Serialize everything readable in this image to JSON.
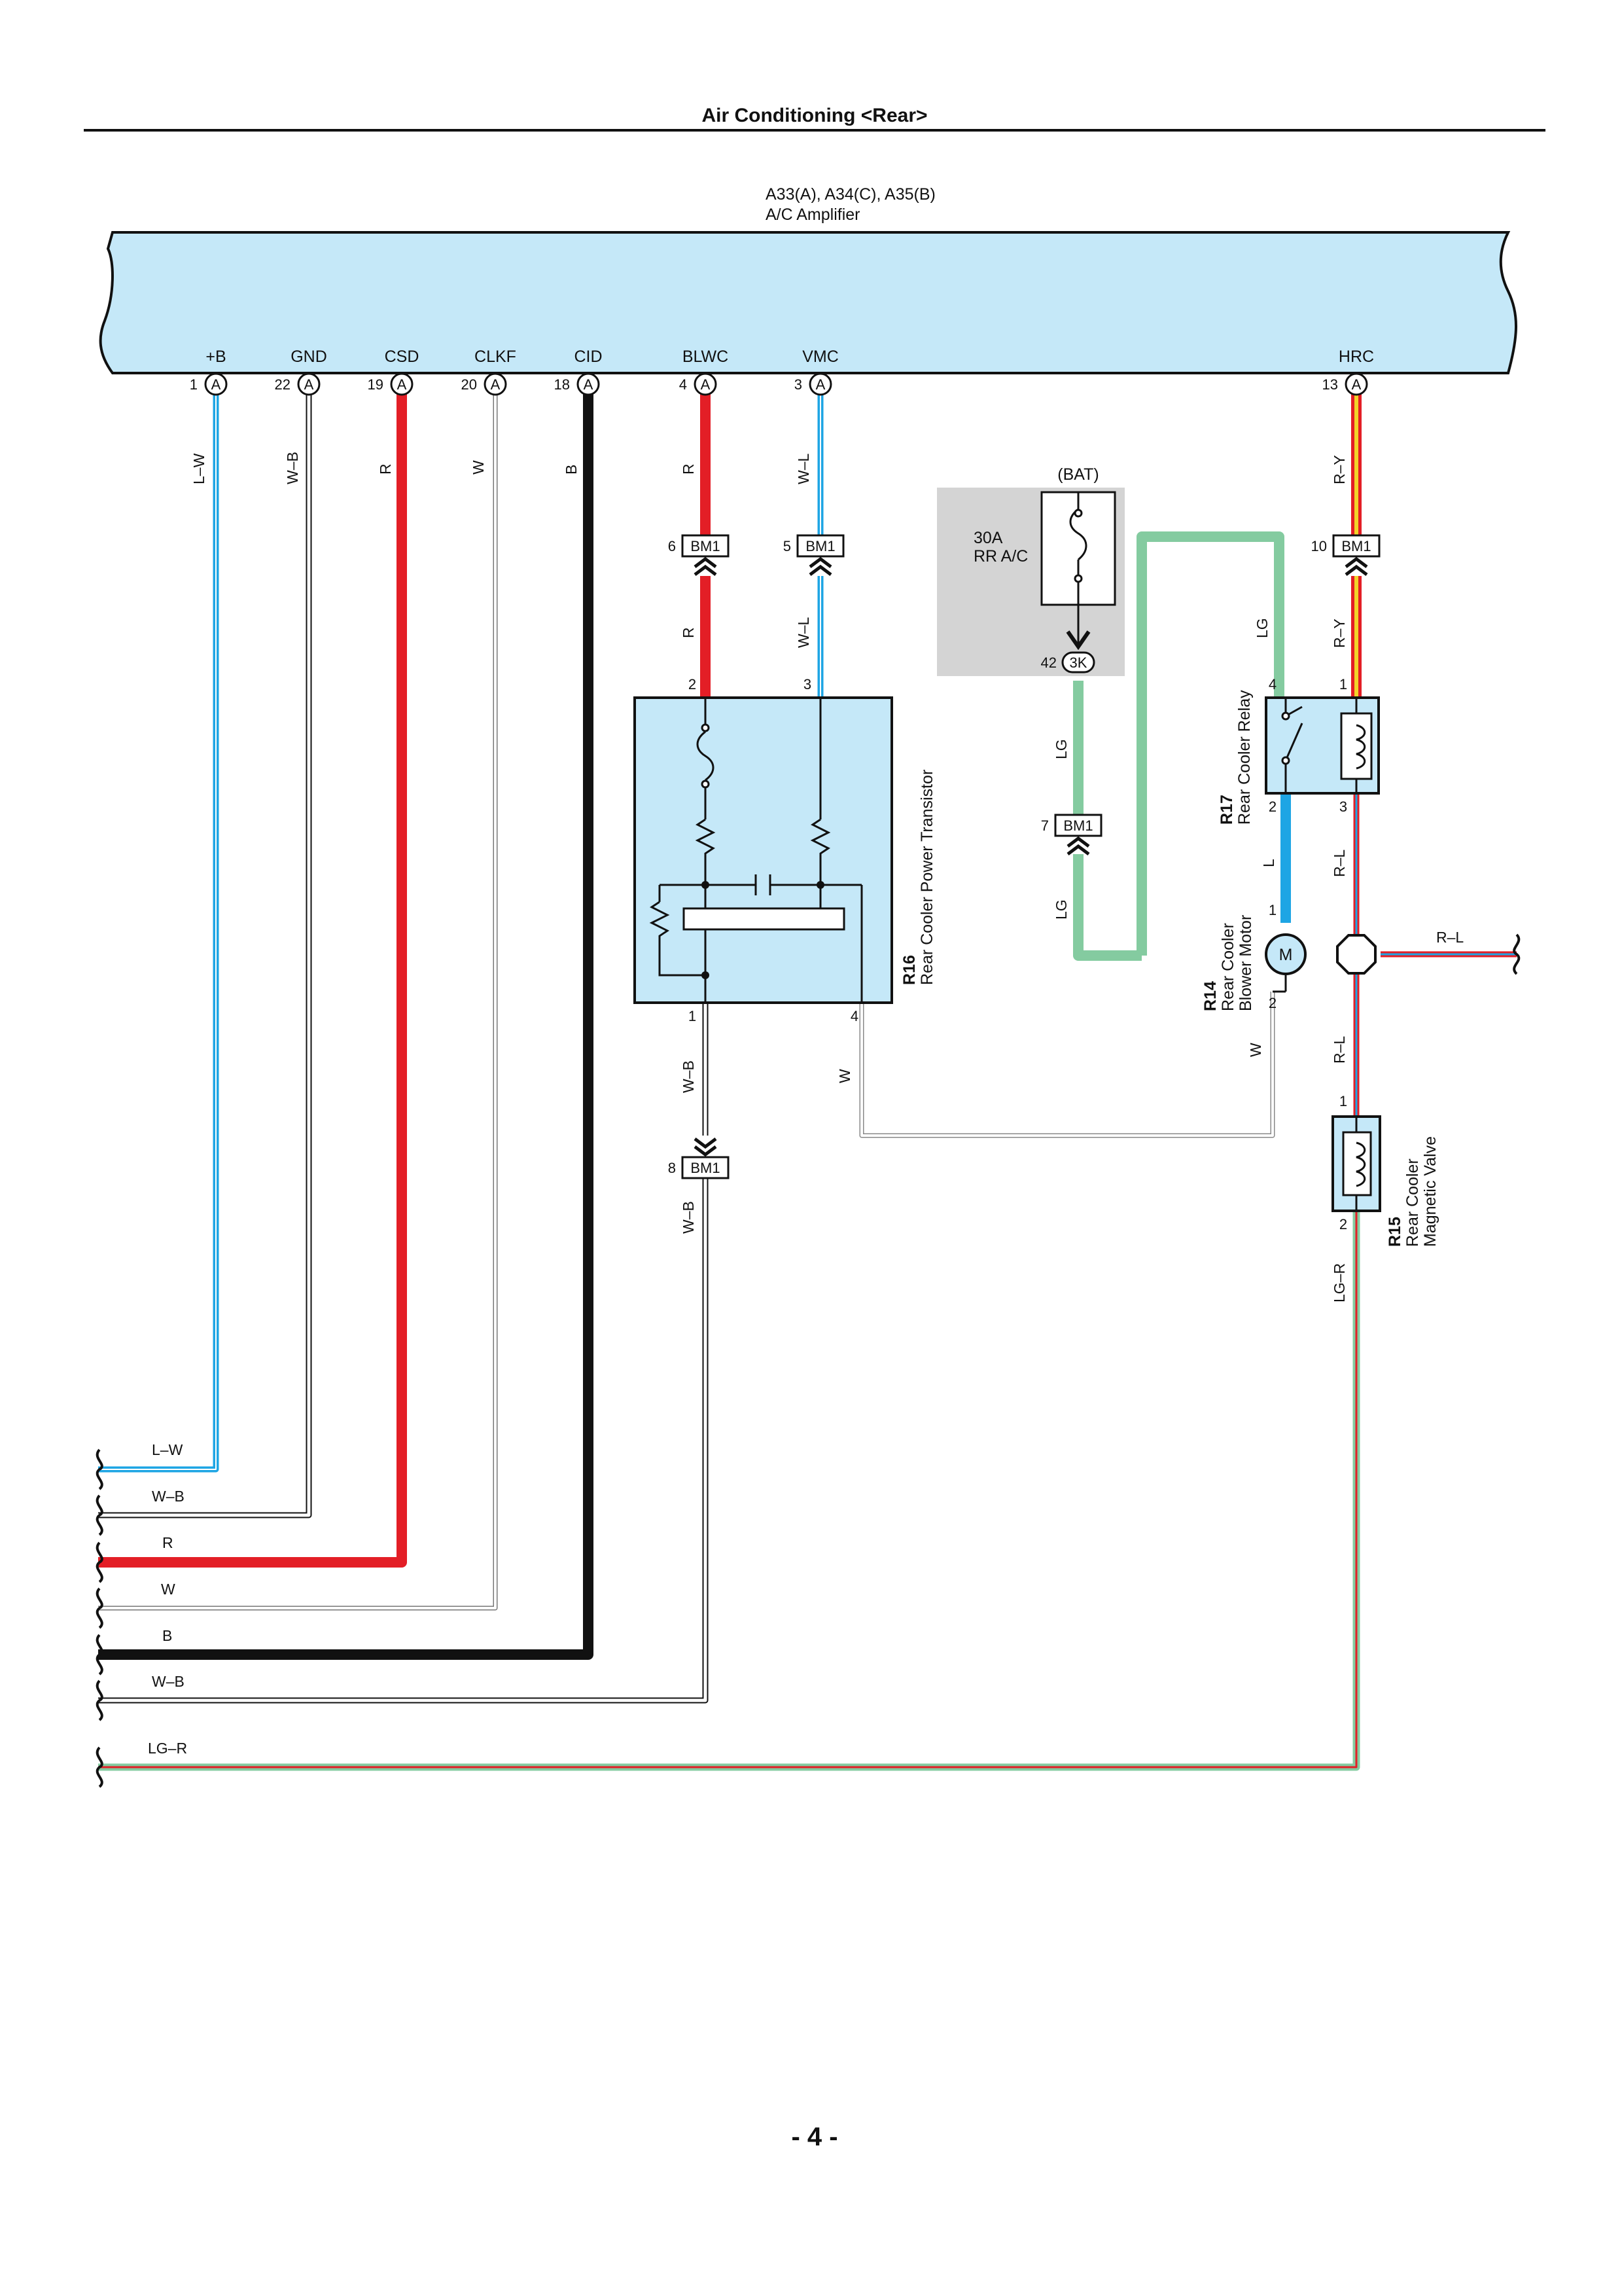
{
  "header": {
    "title": "Air Conditioning <Rear>"
  },
  "amplifier": {
    "codes": "A33(A), A34(C), A35(B)",
    "name": "A/C Amplifier",
    "connector_letter": "A",
    "terminals": [
      {
        "name": "+B",
        "pin": "1"
      },
      {
        "name": "GND",
        "pin": "22"
      },
      {
        "name": "CSD",
        "pin": "19"
      },
      {
        "name": "CLKF",
        "pin": "20"
      },
      {
        "name": "CID",
        "pin": "18"
      },
      {
        "name": "BLWC",
        "pin": "4"
      },
      {
        "name": "VMC",
        "pin": "3"
      },
      {
        "name": "HRC",
        "pin": "13"
      }
    ]
  },
  "wires": {
    "plus_b": "L–W",
    "gnd": "W–B",
    "csd": "R",
    "clkf": "W",
    "cid": "B",
    "blwc_upper": "R",
    "blwc_lower": "R",
    "vmc_upper": "W–L",
    "vmc_lower": "W–L",
    "hrc_upper": "R–Y",
    "hrc_lower": "R–Y",
    "lg_relay": "LG",
    "lg_fuse_a": "LG",
    "lg_fuse_b": "LG",
    "relay_motor": "L",
    "relay_to_splice": "R–L",
    "splice_right": "R–L",
    "splice_to_valve": "R–L",
    "motor_ground": "W",
    "transistor_pin4": "W",
    "transistor_pin1": "W–B",
    "bm1_pin8_down": "W–B",
    "valve_out": "LG–R"
  },
  "connectors": {
    "bm1": "BM1",
    "bm1_pins": {
      "blwc": "6",
      "vmc": "5",
      "hrc": "10",
      "lg": "7",
      "ground": "8"
    },
    "fuse_block": {
      "pin": "42",
      "name": "3K"
    }
  },
  "fuse": {
    "supply": "(BAT)",
    "rating": "30A",
    "name": "RR A/C"
  },
  "components": {
    "transistor": {
      "code": "R16",
      "name": "Rear Cooler Power Transistor",
      "pins": {
        "p1": "1",
        "p2": "2",
        "p3": "3",
        "p4": "4"
      }
    },
    "relay": {
      "code": "R17",
      "name": "Rear Cooler Relay",
      "pins": {
        "p1": "1",
        "p2": "2",
        "p3": "3",
        "p4": "4"
      }
    },
    "motor": {
      "code": "R14",
      "name_1": "Rear Cooler",
      "name_2": "Blower Motor",
      "symbol": "M",
      "pins": {
        "p1": "1",
        "p2": "2"
      }
    },
    "valve": {
      "code": "R15",
      "name_1": "Rear Cooler",
      "name_2": "Magnetic Valve",
      "pins": {
        "p1": "1",
        "p2": "2"
      }
    }
  },
  "left_ends": [
    "L–W",
    "W–B",
    "R",
    "W",
    "B",
    "W–B",
    "LG–R"
  ],
  "colors": {
    "blue": "#1ea5e4",
    "red": "#e31e26",
    "black": "#111111",
    "light_green": "#84cba0",
    "yellow": "#f2d32a",
    "amplifier_fill": "#c5e8f8",
    "fuse_box_fill": "#d4d4d4"
  },
  "footer": {
    "page": "- 4 -"
  }
}
